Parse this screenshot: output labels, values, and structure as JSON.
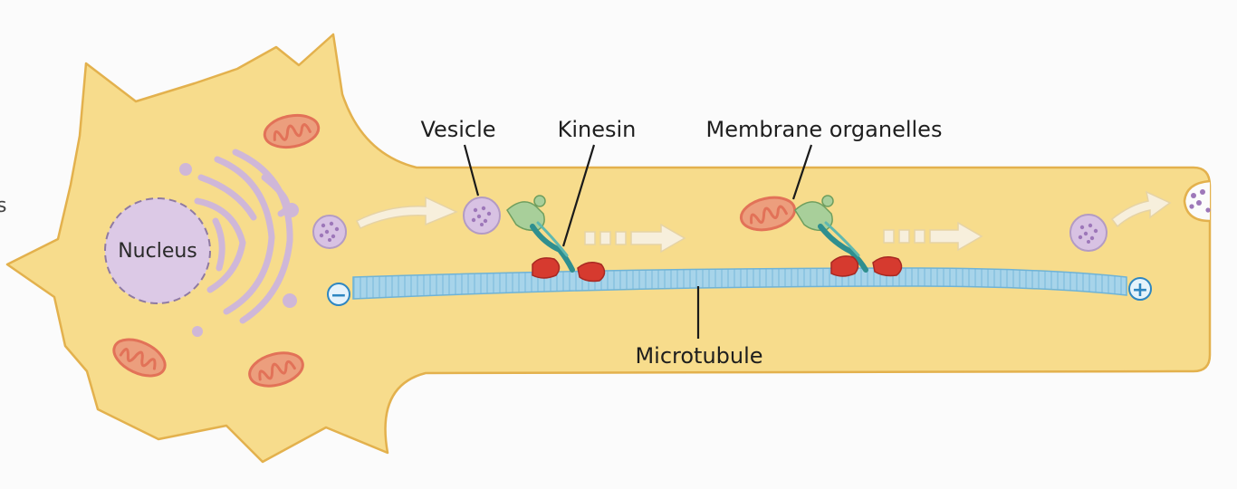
{
  "labels": {
    "nucleus": "Nucleus",
    "vesicle": "Vesicle",
    "kinesin": "Kinesin",
    "membrane_organelles": "Membrane organelles",
    "microtubule": "Microtubule",
    "cropped_left_text": "s"
  },
  "polarity": {
    "minus": "−",
    "plus": "+"
  },
  "colors": {
    "cell_fill": "#f7dc8c",
    "cell_stroke": "#e3b14d",
    "nucleus_fill": "#dcc9e6",
    "golgi": "#cfb7d8",
    "vesicle_fill": "#d8c2e3",
    "vesicle_dots": "#9d77b9",
    "mitochondria_fill": "#ec9e7d",
    "mitochondria_stroke": "#e27258",
    "microtubule": "#a7d4ea",
    "microtubule_stroke": "#6fb3d6",
    "kinesin_head": "#d63a2f",
    "kinesin_stalk": "#2f8f8f",
    "cargo_binding": "#a8cf9a",
    "arrow_fill": "#f7efdc",
    "polarity_sign": "#2e86c1"
  }
}
